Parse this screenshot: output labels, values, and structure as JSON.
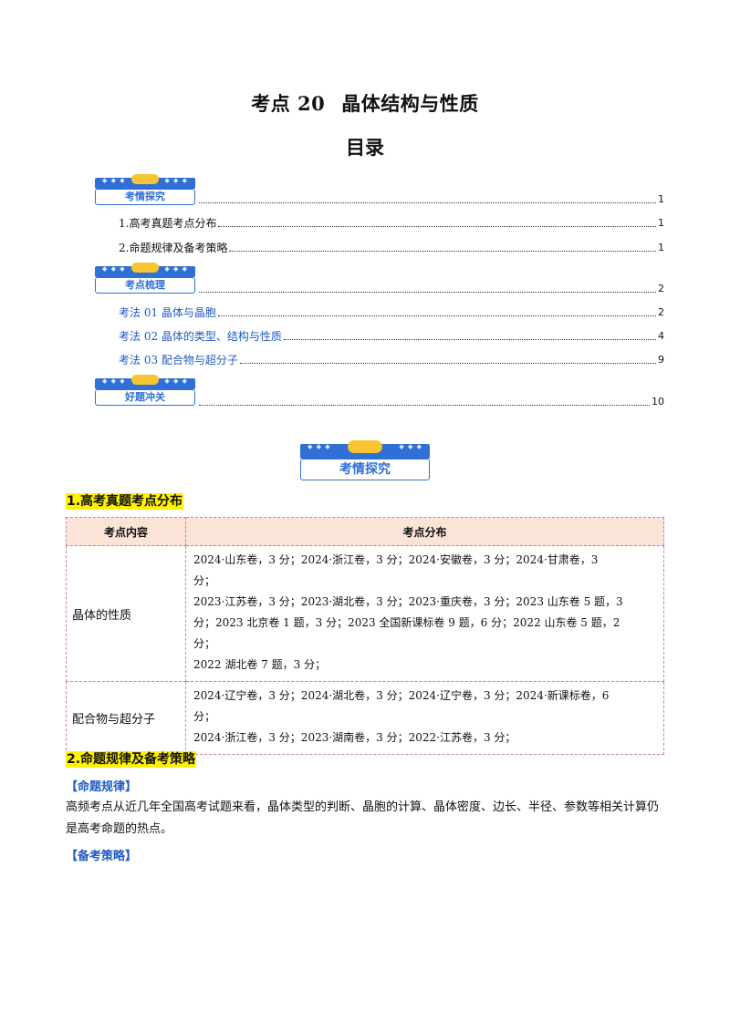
{
  "title": {
    "code": "考点 20",
    "name": "晶体结构与性质"
  },
  "toc_title": "目录",
  "toc": {
    "badge1": "考情探究",
    "badge1_page": "1",
    "item1": {
      "text": "1.高考真题考点分布",
      "page": "1"
    },
    "item2": {
      "text": "2.命题规律及备考策略",
      "page": "1"
    },
    "badge2": "考点梳理",
    "badge2_page": "2",
    "item3": {
      "text": "考法 01  晶体与晶胞",
      "page": "2"
    },
    "item4": {
      "text": "考法 02  晶体的类型、结构与性质",
      "page": "4"
    },
    "item5": {
      "text": "考法 03  配合物与超分子",
      "page": "9"
    },
    "badge3": "好题冲关",
    "badge3_page": "10"
  },
  "section_badge": "考情探究",
  "section1": {
    "heading": "1.高考真题考点分布",
    "table": {
      "headers": [
        "考点内容",
        "考点分布"
      ],
      "rows": [
        {
          "category": "晶体的性质",
          "lines": [
            "2024·山东卷，3 分；2024·浙江卷，3 分；2024·安徽卷，3 分；2024·甘肃卷，3",
            "分；",
            "2023·江苏卷，3 分；2023·湖北卷，3 分；2023·重庆卷，3 分；2023 山东卷 5 题，3",
            "分；2023 北京卷 1 题，3 分；2023 全国新课标卷 9 题，6 分；2022 山东卷 5 题，2",
            "分；",
            "2022 湖北卷 7 题，3 分；"
          ]
        },
        {
          "category": "配合物与超分子",
          "lines": [
            "2024·辽宁卷，3 分；2024·湖北卷，3 分；2024·辽宁卷，3 分；2024·新课标卷，6",
            "分；",
            "2024·浙江卷，3 分；2023·湖南卷，3 分；2022·江苏卷，3 分；"
          ]
        }
      ]
    }
  },
  "section2": {
    "heading": "2.命题规律及备考策略",
    "rule_label": "【命题规律】",
    "rule_text": "高频考点从近几年全国高考试题来看，晶体类型的判断、晶胞的计算、晶体密度、边长、半径、参数等相关计算仍是高考命题的热点。",
    "strategy_label": "【备考策略】"
  },
  "colors": {
    "accent_blue": "#2f6fd6",
    "highlight_yellow": "#fff200",
    "table_header": "#fbe3d7"
  }
}
